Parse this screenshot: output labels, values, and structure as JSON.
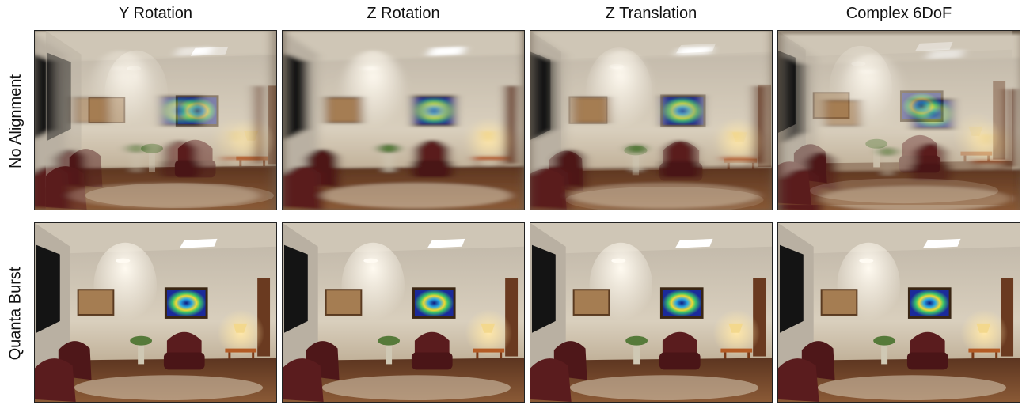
{
  "columns": [
    "Y Rotation",
    "Z Rotation",
    "Z Translation",
    "Complex 6DoF"
  ],
  "rows": [
    "No Alignment",
    "Quanta Burst"
  ],
  "panels": [
    {
      "row": 0,
      "col": 0,
      "method": "No Alignment",
      "motion": "Y Rotation",
      "blur": "strong-horizontal"
    },
    {
      "row": 0,
      "col": 1,
      "method": "No Alignment",
      "motion": "Z Rotation",
      "blur": "mild"
    },
    {
      "row": 0,
      "col": 2,
      "method": "No Alignment",
      "motion": "Z Translation",
      "blur": "mild-radial"
    },
    {
      "row": 0,
      "col": 3,
      "method": "No Alignment",
      "motion": "Complex 6DoF",
      "blur": "strong-diagonal"
    },
    {
      "row": 1,
      "col": 0,
      "method": "Quanta Burst",
      "motion": "Y Rotation",
      "blur": "none"
    },
    {
      "row": 1,
      "col": 1,
      "method": "Quanta Burst",
      "motion": "Z Rotation",
      "blur": "none"
    },
    {
      "row": 1,
      "col": 2,
      "method": "Quanta Burst",
      "motion": "Z Translation",
      "blur": "none"
    },
    {
      "row": 1,
      "col": 3,
      "method": "Quanta Burst",
      "motion": "Complex 6DoF",
      "blur": "none"
    }
  ],
  "scene": {
    "wall_color": "#d9cfbd",
    "floor_color": "#6b4026",
    "chair_color": "#5a1c1e",
    "painting_outer": "#1b2a9a",
    "painting_inner": "#f0d33a"
  }
}
